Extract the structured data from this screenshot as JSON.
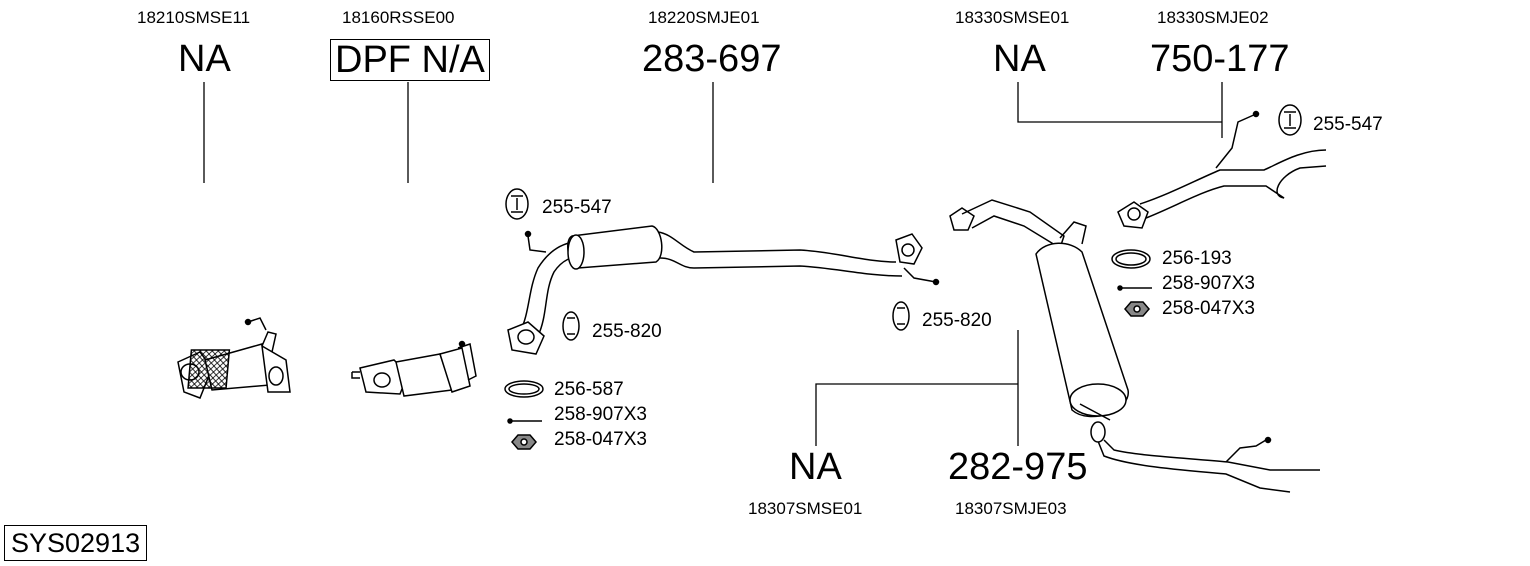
{
  "oem_codes": {
    "front_pipe": "18210SMSE11",
    "dpf": "18160RSSE00",
    "center_pipe": "18220SMJE01",
    "rear_upper_left": "18330SMSE01",
    "rear_upper_right": "18330SMJE02",
    "rear_lower_left": "18307SMSE01",
    "rear_lower_right": "18307SMJE03"
  },
  "part_numbers": {
    "front_pipe": "NA",
    "dpf": "DPF N/A",
    "center_pipe": "283-697",
    "rear_upper_left": "NA",
    "rear_upper_right": "750-177",
    "rear_lower_left": "NA",
    "rear_lower_right": "282-975"
  },
  "accessories": {
    "hanger_top_left": "255-547",
    "hanger_center_left": "255-820",
    "gasket_left": "256-587",
    "bolt_left": "258-907X3",
    "nut_left": "258-047X3",
    "hanger_center_right": "255-820",
    "hanger_top_right": "255-547",
    "gasket_right": "256-193",
    "bolt_right": "258-907X3",
    "nut_right": "258-047X3"
  },
  "system_code": "SYS02913"
}
